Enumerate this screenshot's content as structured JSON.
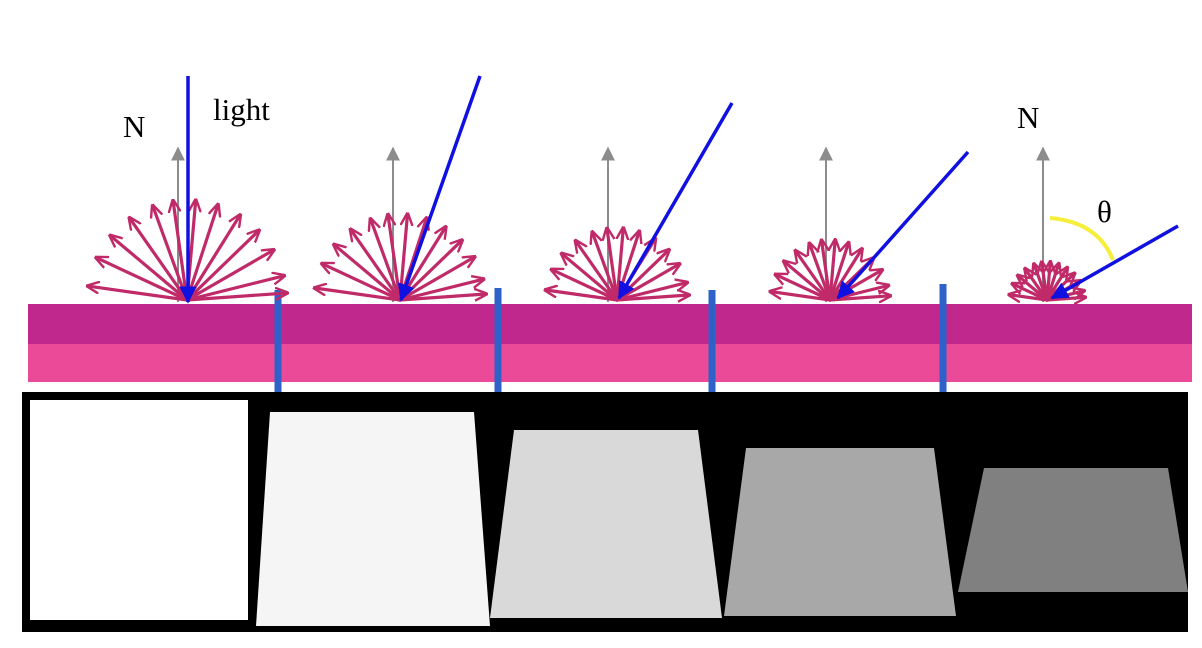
{
  "labels": {
    "normal_left": "N",
    "light": "light",
    "normal_right": "N",
    "angle": "θ"
  },
  "colors": {
    "light_ray": "#1010e0",
    "reflection_arrows": "#c02a68",
    "normal_arrow": "#8c8c8c",
    "surface_top": "#c0288e",
    "surface_bottom": "#ea4a97",
    "divider": "#2f62c8",
    "angle_arc": "#f5ee3a",
    "shading_background": "#000000"
  },
  "panels": [
    {
      "incidence": "0",
      "brightness": 1.0
    },
    {
      "incidence": "low",
      "brightness": 0.96
    },
    {
      "incidence": "medium",
      "brightness": 0.85
    },
    {
      "incidence": "high",
      "brightness": 0.66
    },
    {
      "incidence": "grazing",
      "brightness": 0.5
    }
  ]
}
